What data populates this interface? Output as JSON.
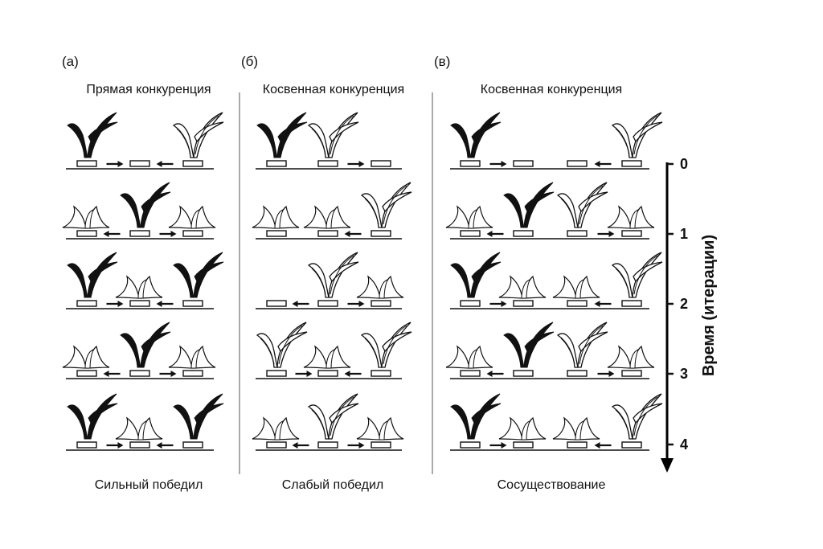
{
  "panels": [
    {
      "letter": "(а)",
      "title": "Прямая конкуренция",
      "outcome": "Сильный победил",
      "rows": [
        {
          "slots": [
            [
              "S",
              "big"
            ],
            [
              "-",
              "none"
            ],
            [
              "W",
              "big"
            ]
          ],
          "arrows": [
            [
              "a",
              "right"
            ],
            [
              "b",
              "left"
            ]
          ]
        },
        {
          "slots": [
            [
              "W",
              "small"
            ],
            [
              "S",
              "big"
            ],
            [
              "W",
              "small"
            ]
          ],
          "arrows": [
            [
              "a",
              "left"
            ],
            [
              "b",
              "right"
            ]
          ]
        },
        {
          "slots": [
            [
              "S",
              "big"
            ],
            [
              "W",
              "small"
            ],
            [
              "S",
              "big"
            ]
          ],
          "arrows": [
            [
              "a",
              "right"
            ],
            [
              "b",
              "left"
            ]
          ]
        },
        {
          "slots": [
            [
              "W",
              "small"
            ],
            [
              "S",
              "big"
            ],
            [
              "W",
              "small"
            ]
          ],
          "arrows": [
            [
              "a",
              "left"
            ],
            [
              "b",
              "right"
            ]
          ]
        },
        {
          "slots": [
            [
              "S",
              "big"
            ],
            [
              "W",
              "small"
            ],
            [
              "S",
              "big"
            ]
          ],
          "arrows": [
            [
              "a",
              "right"
            ],
            [
              "b",
              "left"
            ]
          ]
        }
      ]
    },
    {
      "letter": "(б)",
      "title": "Косвенная конкуренция",
      "outcome": "Слабый победил",
      "rows": [
        {
          "slots": [
            [
              "S",
              "big"
            ],
            [
              "W",
              "big"
            ],
            [
              "-",
              "none"
            ]
          ],
          "arrows": [
            [
              "b",
              "right"
            ]
          ]
        },
        {
          "slots": [
            [
              "W",
              "small"
            ],
            [
              "W",
              "small"
            ],
            [
              "W",
              "big"
            ]
          ],
          "arrows": [
            [
              "b",
              "left"
            ]
          ]
        },
        {
          "slots": [
            [
              "-",
              "none"
            ],
            [
              "W",
              "big"
            ],
            [
              "W",
              "small"
            ]
          ],
          "arrows": [
            [
              "a",
              "left"
            ],
            [
              "b",
              "right"
            ]
          ]
        },
        {
          "slots": [
            [
              "W",
              "big"
            ],
            [
              "W",
              "small"
            ],
            [
              "W",
              "big"
            ]
          ],
          "arrows": [
            [
              "a",
              "right"
            ],
            [
              "b",
              "left"
            ]
          ]
        },
        {
          "slots": [
            [
              "W",
              "small"
            ],
            [
              "W",
              "big"
            ],
            [
              "W",
              "small"
            ]
          ],
          "arrows": [
            [
              "a",
              "left"
            ],
            [
              "b",
              "right"
            ]
          ]
        }
      ]
    },
    {
      "letter": "(в)",
      "title": "Косвенная конкуренция",
      "outcome": "Сосуществование",
      "rows": [
        {
          "slots": [
            [
              "S",
              "big"
            ],
            [
              "-",
              "none"
            ],
            [
              "-",
              "none"
            ],
            [
              "W",
              "big"
            ]
          ],
          "arrows": [
            [
              "a",
              "right"
            ],
            [
              "c",
              "left"
            ]
          ]
        },
        {
          "slots": [
            [
              "W",
              "small"
            ],
            [
              "S",
              "big"
            ],
            [
              "W",
              "big"
            ],
            [
              "W",
              "small"
            ]
          ],
          "arrows": [
            [
              "a",
              "left"
            ],
            [
              "c",
              "right"
            ]
          ]
        },
        {
          "slots": [
            [
              "S",
              "big"
            ],
            [
              "W",
              "small"
            ],
            [
              "W",
              "small"
            ],
            [
              "W",
              "big"
            ]
          ],
          "arrows": [
            [
              "a",
              "right"
            ],
            [
              "c",
              "left"
            ]
          ]
        },
        {
          "slots": [
            [
              "W",
              "small"
            ],
            [
              "S",
              "big"
            ],
            [
              "W",
              "big"
            ],
            [
              "W",
              "small"
            ]
          ],
          "arrows": [
            [
              "a",
              "left"
            ],
            [
              "c",
              "right"
            ]
          ]
        },
        {
          "slots": [
            [
              "S",
              "big"
            ],
            [
              "W",
              "small"
            ],
            [
              "W",
              "small"
            ],
            [
              "W",
              "big"
            ]
          ],
          "arrows": [
            [
              "a",
              "right"
            ],
            [
              "c",
              "left"
            ]
          ]
        }
      ]
    }
  ],
  "time_axis": {
    "title": "Время (итерации)",
    "ticks": [
      "0",
      "1",
      "2",
      "3",
      "4"
    ]
  },
  "colors": {
    "ink": "#111111",
    "background": "#ffffff"
  }
}
